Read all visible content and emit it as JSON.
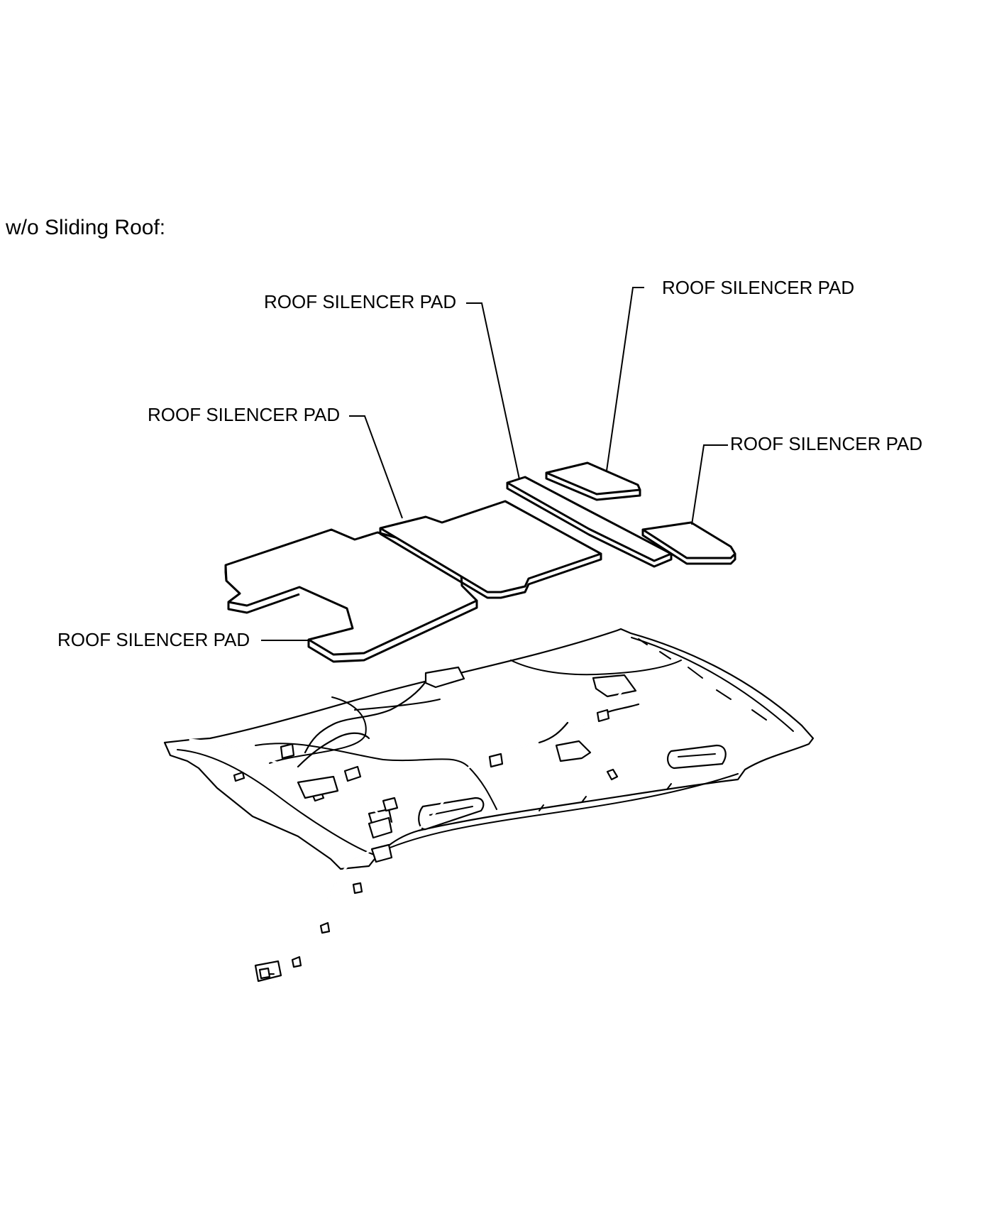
{
  "heading": "w/o Sliding Roof:",
  "callouts": [
    "ROOF SILENCER PAD",
    "ROOF SILENCER PAD",
    "ROOF SILENCER PAD",
    "ROOF SILENCER PAD",
    "ROOF SILENCER PAD"
  ]
}
